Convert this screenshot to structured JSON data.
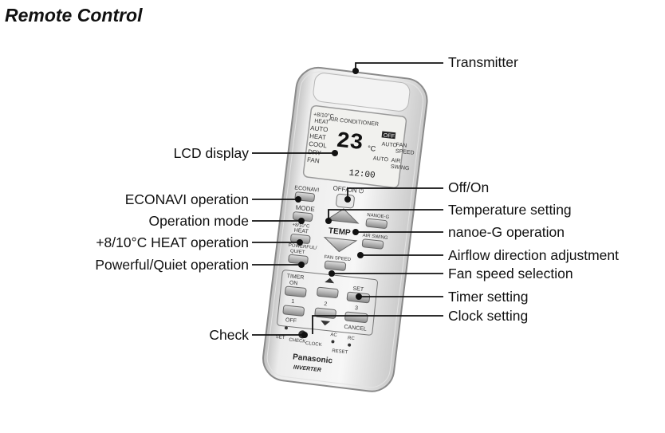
{
  "title": "Remote Control",
  "callouts": {
    "transmitter": "Transmitter",
    "lcd_display": "LCD display",
    "off_on": "Off/On",
    "econavi": "ECONAVI operation",
    "temperature": "Temperature setting",
    "operation_mode": "Operation mode",
    "nanoe": "nanoe-G operation",
    "heat_8_10": "+8/10°C HEAT operation",
    "airflow": "Airflow direction adjustment",
    "powerful_quiet": "Powerful/Quiet operation",
    "fan_speed": "Fan speed selection",
    "timer": "Timer setting",
    "clock": "Clock setting",
    "check": "Check"
  },
  "remote": {
    "lcd_header": "AIR CONDITIONER",
    "lcd_modes": [
      "+8/10°C",
      "HEAT",
      "AUTO",
      "HEAT",
      "COOL",
      "DRY",
      "FAN"
    ],
    "lcd_temp": "23",
    "lcd_unit": "°C",
    "lcd_off": "OFF",
    "lcd_auto1": "AUTO",
    "lcd_auto2": "AUTO",
    "lcd_fan_speed": [
      "FAN",
      "SPEED"
    ],
    "lcd_air_swing": [
      "AIR",
      "SWING"
    ],
    "lcd_clock": "12:00",
    "btn_econavi": "ECONAVI",
    "btn_offon": "OFF/ON ⏻",
    "btn_mode": "MODE",
    "btn_nanoe": "NANOE-G",
    "btn_heat": [
      "+8/10°C",
      "HEAT"
    ],
    "btn_temp": "TEMP",
    "btn_airswing": "AIR SWING",
    "btn_powerful": [
      "POWERFUL/",
      "QUIET"
    ],
    "btn_fanspeed": "FAN SPEED",
    "timer_label": "TIMER",
    "timer_on": "ON",
    "timer_off": "OFF",
    "timer_set": "SET",
    "timer_cancel": "CANCEL",
    "n1": "1",
    "n2": "2",
    "n3": "3",
    "bottom_set": "SET",
    "bottom_check": "CHECK",
    "bottom_clock": "CLOCK",
    "bottom_ac": "AC",
    "bottom_rc": "RC",
    "bottom_reset": "RESET",
    "brand": "Panasonic",
    "inverter": "INVERTER"
  }
}
